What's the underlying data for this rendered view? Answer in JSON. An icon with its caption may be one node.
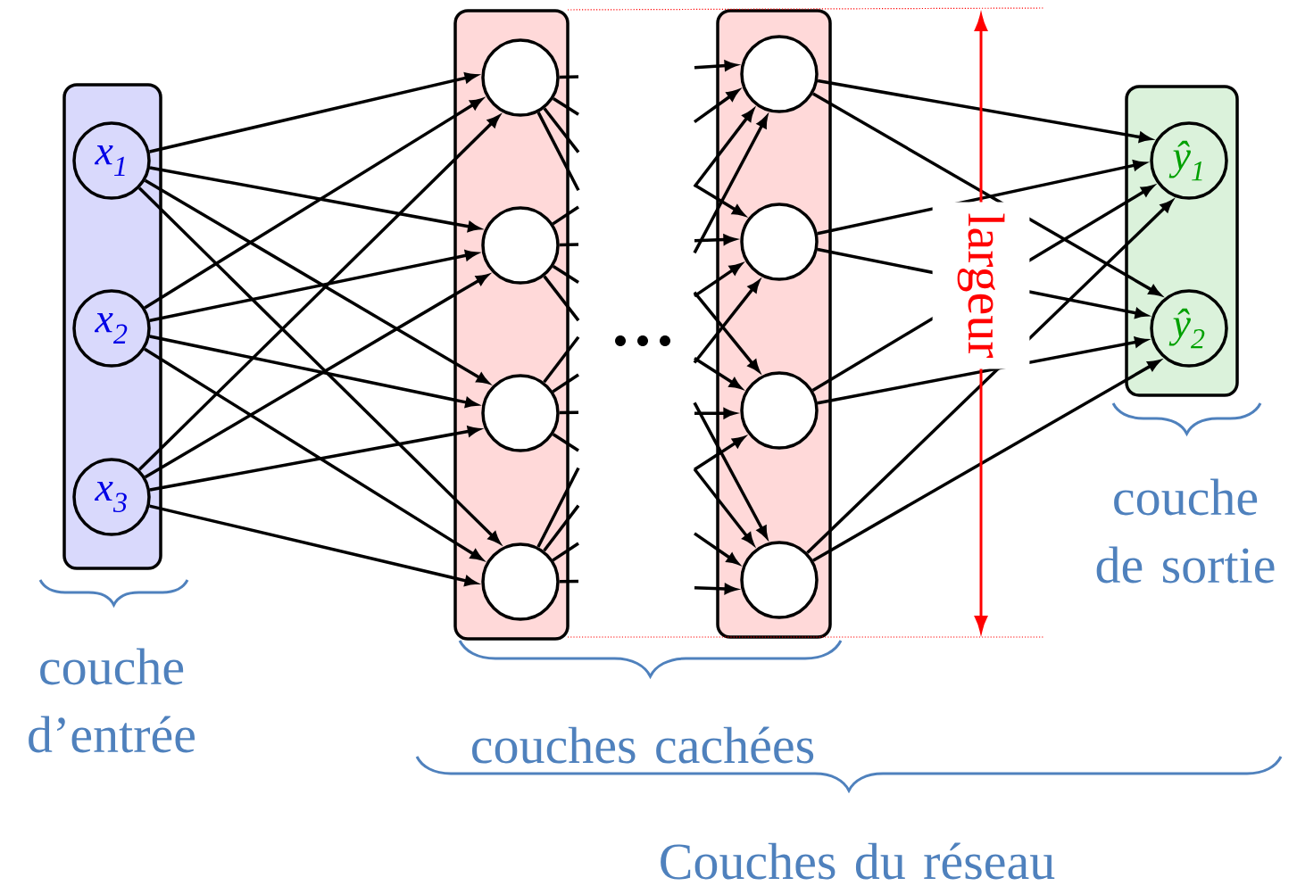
{
  "diagram": {
    "nodes": [
      {
        "text": [],
        "shape": "box"
      },
      {
        "text": [
          "x$_{1}$"
        ],
        "in": 0
      },
      {
        "text": [
          "x$_{2}$"
        ],
        "in": 0
      },
      {
        "text": [
          "x$_{3}$"
        ],
        "in": 0
      },
      {
        "text": [],
        "shape": "box"
      },
      {
        "text": [],
        "shape": "circle",
        "in": 4
      },
      {
        "text": [],
        "shape": "circle",
        "in": 4
      },
      {
        "text": [],
        "shape": "circle",
        "in": 4
      },
      {
        "text": [],
        "shape": "circle",
        "in": 4
      },
      {
        "text": [],
        "shape": "box"
      },
      {
        "text": [],
        "shape": "circle",
        "in": 9
      },
      {
        "text": [],
        "shape": "circle",
        "in": 9
      },
      {
        "text": [],
        "shape": "circle",
        "in": 9
      },
      {
        "text": [],
        "shape": "circle",
        "in": 9
      },
      {
        "text": [],
        "shape": "box"
      },
      {
        "text": [
          "ŷ$_{1}$"
        ],
        "in": 14
      },
      {
        "text": [
          "ŷ$_{2}$"
        ],
        "in": 14
      }
    ],
    "edges": [
      {
        "from": 1,
        "to": 5,
        "arrow": "to"
      },
      {
        "from": 1,
        "to": 6,
        "arrow": "to"
      },
      {
        "from": 1,
        "to": 7,
        "arrow": "to"
      },
      {
        "from": 1,
        "to": 8,
        "arrow": "to"
      },
      {
        "from": 2,
        "to": 5,
        "arrow": "to"
      },
      {
        "from": 2,
        "to": 6,
        "arrow": "to"
      },
      {
        "from": 2,
        "to": 7,
        "arrow": "to"
      },
      {
        "from": 2,
        "to": 8,
        "arrow": "to"
      },
      {
        "from": 3,
        "to": 5,
        "arrow": "to"
      },
      {
        "from": 3,
        "to": 6,
        "arrow": "to"
      },
      {
        "from": 3,
        "to": 7,
        "arrow": "to"
      },
      {
        "from": 3,
        "to": 8,
        "arrow": "to"
      },
      {
        "from": 5,
        "to": null,
        "arrow": "none"
      },
      {
        "from": 5,
        "to": null,
        "arrow": "none"
      },
      {
        "from": 5,
        "to": null,
        "arrow": "none"
      },
      {
        "from": 5,
        "to": null,
        "arrow": "none"
      },
      {
        "from": 6,
        "to": null,
        "arrow": "none"
      },
      {
        "from": 6,
        "to": null,
        "arrow": "none"
      },
      {
        "from": 6,
        "to": null,
        "arrow": "none"
      },
      {
        "from": 6,
        "to": null,
        "arrow": "none"
      },
      {
        "from": 7,
        "to": null,
        "arrow": "none"
      },
      {
        "from": 7,
        "to": null,
        "arrow": "none"
      },
      {
        "from": 7,
        "to": null,
        "arrow": "none"
      },
      {
        "from": 7,
        "to": null,
        "arrow": "none"
      },
      {
        "from": 8,
        "to": null,
        "arrow": "none"
      },
      {
        "from": 8,
        "to": null,
        "arrow": "none"
      },
      {
        "from": 8,
        "to": null,
        "arrow": "none"
      },
      {
        "from": 8,
        "to": null,
        "arrow": "none"
      },
      {
        "from": null,
        "to": 10,
        "arrow": "to"
      },
      {
        "from": null,
        "to": 10,
        "arrow": "to"
      },
      {
        "from": null,
        "to": 10,
        "arrow": "to"
      },
      {
        "from": null,
        "to": 10,
        "arrow": "to"
      },
      {
        "from": null,
        "to": 11,
        "arrow": "to"
      },
      {
        "from": null,
        "to": 11,
        "arrow": "to"
      },
      {
        "from": null,
        "to": 11,
        "arrow": "to"
      },
      {
        "from": null,
        "to": 11,
        "arrow": "to"
      },
      {
        "from": null,
        "to": 12,
        "arrow": "to"
      },
      {
        "from": null,
        "to": 12,
        "arrow": "to"
      },
      {
        "from": null,
        "to": 12,
        "arrow": "to"
      },
      {
        "from": null,
        "to": 12,
        "arrow": "to"
      },
      {
        "from": null,
        "to": 13,
        "arrow": "to"
      },
      {
        "from": null,
        "to": 13,
        "arrow": "to"
      },
      {
        "from": null,
        "to": 13,
        "arrow": "to"
      },
      {
        "from": null,
        "to": 13,
        "arrow": "to"
      },
      {
        "from": 10,
        "to": 15,
        "arrow": "to"
      },
      {
        "from": 10,
        "to": 16,
        "arrow": "to"
      },
      {
        "from": 11,
        "to": 15,
        "arrow": "to"
      },
      {
        "from": 11,
        "to": 16,
        "arrow": "to"
      },
      {
        "from": 12,
        "to": 15,
        "arrow": "to"
      },
      {
        "from": 12,
        "to": 16,
        "arrow": "to"
      },
      {
        "from": 13,
        "to": 15,
        "arrow": "to"
      },
      {
        "from": 13,
        "to": 16,
        "arrow": "to"
      }
    ],
    "labels": [
      "couche d’entrée",
      "couches cachées",
      "couche de sortie",
      "Couches du réseau",
      "largeur"
    ]
  }
}
